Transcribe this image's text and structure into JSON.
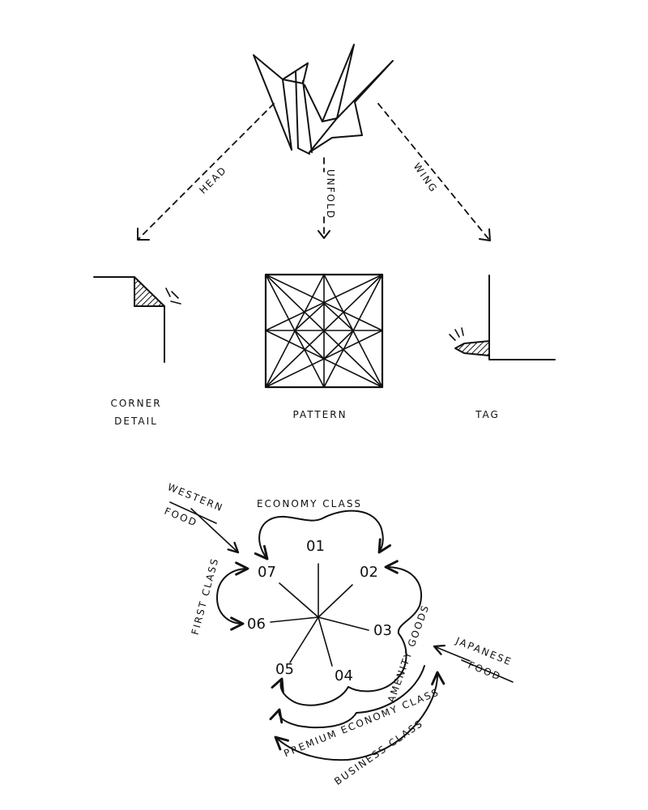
{
  "colors": {
    "ink": "#111111",
    "background": "#ffffff"
  },
  "top_diagram": {
    "arrows": {
      "left": "HEAD",
      "center": "UNFOLD",
      "right": "WING"
    },
    "captions": {
      "corner_line1": "CORNER",
      "corner_line2": "DETAIL",
      "pattern": "PATTERN",
      "tag": "TAG"
    }
  },
  "flow_diagram": {
    "numbers": [
      "01",
      "02",
      "03",
      "04",
      "05",
      "06",
      "07"
    ],
    "labels": {
      "economy": "ECONOMY CLASS",
      "first": "FIRST CLASS",
      "amenity": "AMENITY GOODS",
      "premium": "PREMIUM ECONOMY CLASS",
      "business": "BUSINESS CLASS",
      "western_line1": "WESTERN",
      "western_line2": "FOOD",
      "japanese_line1": "JAPANESE",
      "japanese_line2": "FOOD"
    }
  }
}
